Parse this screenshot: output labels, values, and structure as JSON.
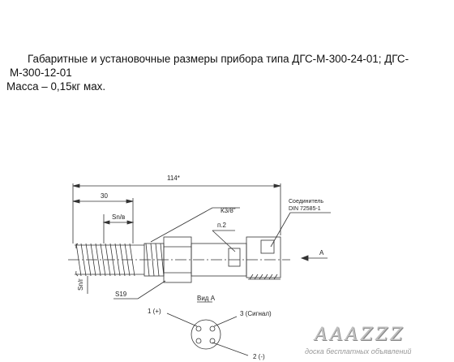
{
  "caption": {
    "line1": "Габаритные и установочные размеры прибора типа ДГС-М-300-24-01; ДГС-",
    "line2": "М-300-12-01",
    "line3": "Масса – 0,15кг мах."
  },
  "drawing": {
    "dim_total": "114*",
    "dim_30": "30",
    "dim_snv": "Sn/в",
    "dim_k38": "К3/8\"",
    "label_p2": "п.2",
    "connector_line1": "Соединитель",
    "connector_line2": "DIN 72585-1",
    "arrow_a": "А",
    "snv_vertical": "Sn/г",
    "s19": "S19",
    "view_a": "Вид А",
    "pin1": "1 (+)",
    "pin3": "3 (Сигнал)",
    "pin2": "2 (-)"
  },
  "watermark": {
    "logo": "AAAZZZ",
    "tagline": "доска бесплатных объявлений"
  }
}
